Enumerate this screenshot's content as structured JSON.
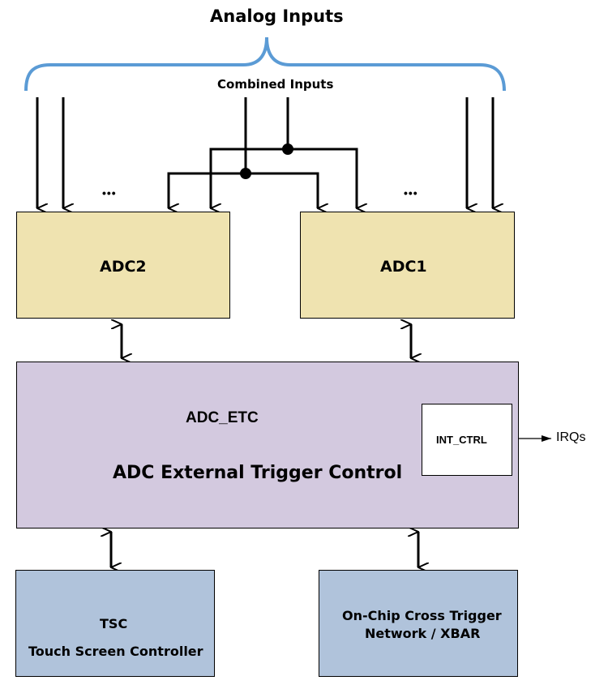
{
  "diagram": {
    "title": "Analog Inputs",
    "combined_label": "Combined Inputs",
    "ellipsis": "•••",
    "colors": {
      "adc_fill": "#efe3b0",
      "etc_fill": "#d3c9df",
      "bottom_fill": "#b0c3db",
      "brace": "#5b9bd5",
      "line": "#000000"
    },
    "blocks": {
      "adc2": {
        "label": "ADC2"
      },
      "adc1": {
        "label": "ADC1"
      },
      "adc_etc": {
        "label": "ADC_ETC",
        "description": "ADC External Trigger Control"
      },
      "int_ctrl": {
        "label": "INT_CTRL"
      },
      "irqs": {
        "label": "IRQs"
      },
      "tsc": {
        "label": "TSC",
        "description": "Touch Screen Controller"
      },
      "xbar": {
        "line1": "On-Chip Cross Trigger",
        "line2": "Network / XBAR"
      }
    }
  }
}
